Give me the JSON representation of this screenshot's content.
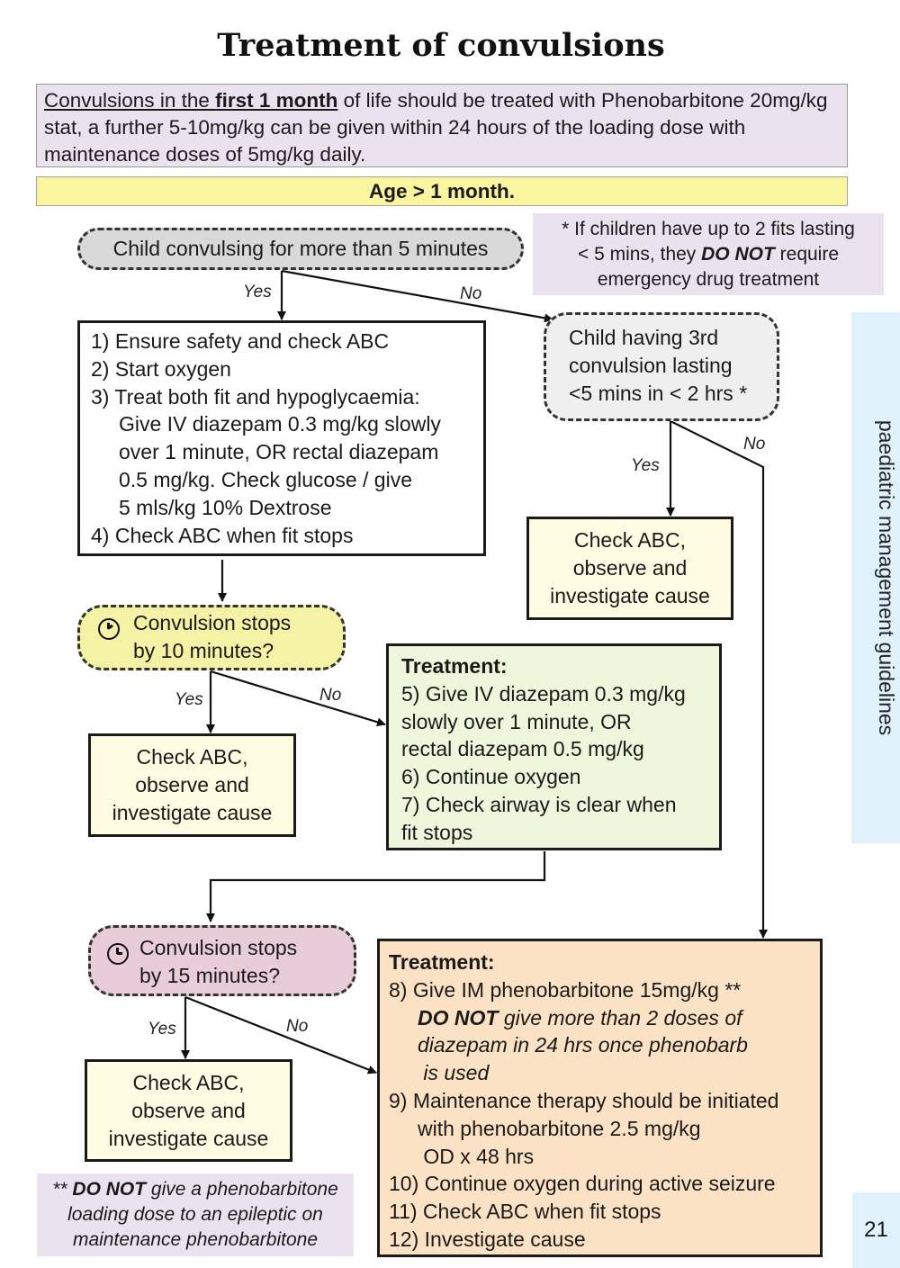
{
  "title": "Treatment of convulsions",
  "intro": {
    "pre": "Convulsions in the ",
    "bold": "first 1 month",
    "post": " of life should be treated with Phenobarbitone 20mg/kg stat, a further 5-10mg/kg can be given within 24 hours of the loading dose with maintenance doses of 5mg/kg daily."
  },
  "age_banner": "Age > 1 month.",
  "note1": {
    "line1": "* If children have up to 2 fits lasting",
    "line2_pre": "< 5 mins, they ",
    "line2_em": "DO NOT",
    "line2_post": " require",
    "line3": "emergency drug treatment"
  },
  "q_convulsing": "Child convulsing for more than 5 minutes",
  "step_box": [
    "1) Ensure safety and check ABC",
    "2) Start oxygen",
    "3) Treat both fit and hypoglycaemia:",
    "Give IV diazepam 0.3 mg/kg slowly",
    "over 1 minute, OR rectal diazepam",
    "0.5 mg/kg. Check glucose / give",
    "5 mls/kg 10% Dextrose",
    "4) Check ABC when fit stops"
  ],
  "q_third": [
    "Child having 3rd",
    "convulsion lasting",
    "<5 mins in < 2 hrs *"
  ],
  "check_box": [
    "Check ABC,",
    "observe and",
    "investigate cause"
  ],
  "q10": [
    "Convulsion stops",
    "by 10 minutes?"
  ],
  "q15": [
    "Convulsion stops",
    "by 15 minutes?"
  ],
  "treatment2": {
    "heading": "Treatment:",
    "lines": [
      "5) Give IV diazepam 0.3 mg/kg",
      "slowly over 1 minute, OR",
      "rectal diazepam 0.5 mg/kg",
      "6) Continue oxygen",
      "7) Check airway is clear when",
      "fit stops"
    ]
  },
  "treatment3": {
    "heading": "Treatment:",
    "line8": "8) Give IM phenobarbitone 15mg/kg **",
    "warn_em": "DO NOT",
    "warn_1": " give more than 2 doses of",
    "warn_2": "diazepam in 24 hrs once phenobarb",
    "warn_3": " is used",
    "line9a": "9) Maintenance therapy should be initiated",
    "line9b": "with phenobarbitone 2.5 mg/kg",
    "line9c": " OD x 48 hrs",
    "line10": "10) Continue oxygen during active seizure",
    "line11": "11) Check ABC when fit stops",
    "line12": "12) Investigate cause"
  },
  "note2": {
    "pre": "** ",
    "em": "DO NOT",
    "l1_post": " give a phenobarbitone",
    "l2": "loading dose to an epileptic on",
    "l3": "maintenance phenobarbitone"
  },
  "labels": {
    "yes": "Yes",
    "no": "No"
  },
  "side_tab": "paediatric management guidelines",
  "page_number": "21",
  "colors": {
    "intro_bg": "#ece1ef",
    "age_bg": "#fbf59f",
    "q10_bg": "#f4f2a4",
    "q15_bg": "#e8ccd8",
    "check_bg": "#fffce3",
    "treatment2_bg": "#f0f6dc",
    "treatment3_bg": "#fce2c4",
    "side_tab_bg": "#dff1fb"
  }
}
